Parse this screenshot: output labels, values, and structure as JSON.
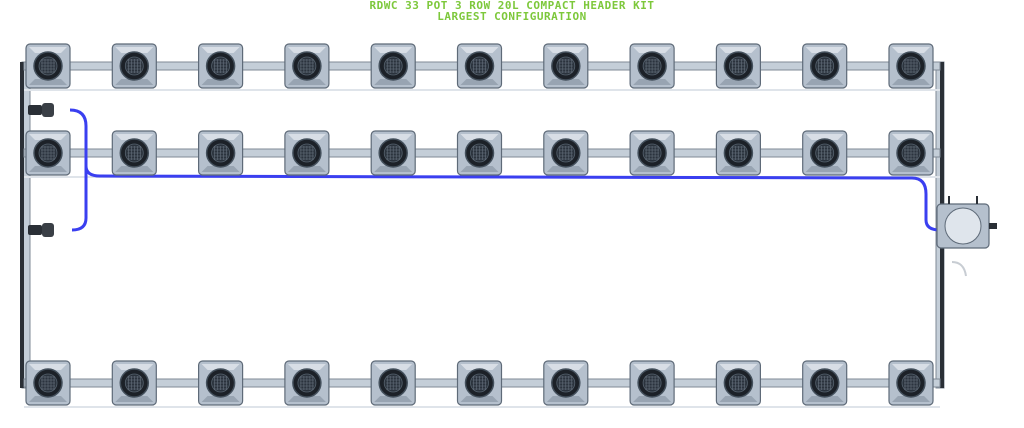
{
  "title": {
    "line1": "RDWC 33 POT 3 ROW 20L COMPACT HEADER KIT",
    "line2": "LARGEST CONFIGURATION"
  },
  "colors": {
    "title": "#7dc83b",
    "pot": "#b5c0cd",
    "pot_dark": "#5e6a78",
    "lid": "#1c2128",
    "pipe": "#c4ced8",
    "pipe_edge": "#7f8a96",
    "hose": "#3a3ff0",
    "frame": "#2a2f36"
  },
  "layout": {
    "rows": 3,
    "pots_per_row": 11,
    "center_row_has_manifold": true
  },
  "icons": {
    "pot": "pot-icon",
    "grow-hole": "net-pot-icon",
    "header-tank": "tank-icon",
    "valve": "valve-icon"
  }
}
